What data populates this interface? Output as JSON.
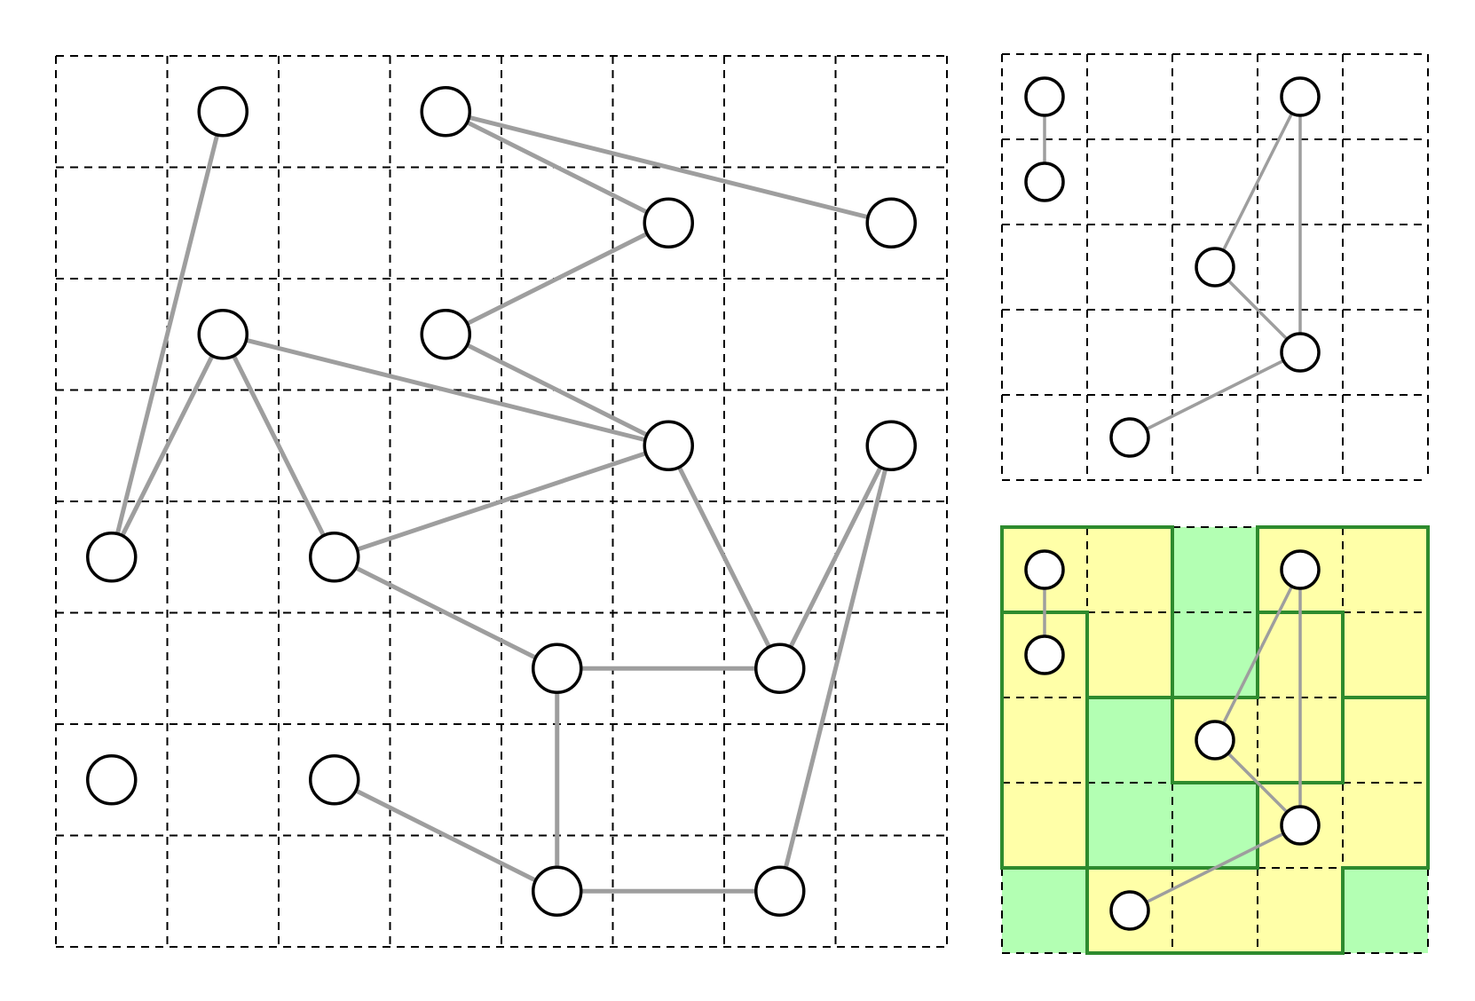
{
  "colors": {
    "edge": "#9e9e9e",
    "node_fill": "#ffffff",
    "node_stroke": "#000000",
    "grid": "#000000",
    "region_yellow": "#ffffa8",
    "region_green": "#b3ffb3",
    "region_border": "#2e8b2e"
  },
  "main_graph": {
    "grid_cols": 8,
    "grid_rows": 8,
    "nodes": [
      {
        "id": "n1",
        "col": 1.5,
        "row": 0.5
      },
      {
        "id": "n2",
        "col": 3.5,
        "row": 0.5
      },
      {
        "id": "n3",
        "col": 5.5,
        "row": 1.5
      },
      {
        "id": "n4",
        "col": 7.5,
        "row": 1.5
      },
      {
        "id": "n5",
        "col": 1.5,
        "row": 2.5
      },
      {
        "id": "n6",
        "col": 3.5,
        "row": 2.5
      },
      {
        "id": "n7",
        "col": 5.5,
        "row": 3.5
      },
      {
        "id": "n8",
        "col": 7.5,
        "row": 3.5
      },
      {
        "id": "n9",
        "col": 0.5,
        "row": 4.5
      },
      {
        "id": "n10",
        "col": 2.5,
        "row": 4.5
      },
      {
        "id": "n11",
        "col": 4.5,
        "row": 5.5
      },
      {
        "id": "n12",
        "col": 6.5,
        "row": 5.5
      },
      {
        "id": "n13",
        "col": 0.5,
        "row": 6.5
      },
      {
        "id": "n14",
        "col": 2.5,
        "row": 6.5
      },
      {
        "id": "n15",
        "col": 4.5,
        "row": 7.5
      },
      {
        "id": "n16",
        "col": 6.5,
        "row": 7.5
      }
    ],
    "edges": [
      [
        "n1",
        "n9"
      ],
      [
        "n2",
        "n3"
      ],
      [
        "n2",
        "n4"
      ],
      [
        "n3",
        "n6"
      ],
      [
        "n5",
        "n9"
      ],
      [
        "n5",
        "n10"
      ],
      [
        "n5",
        "n7"
      ],
      [
        "n6",
        "n7"
      ],
      [
        "n7",
        "n10"
      ],
      [
        "n7",
        "n12"
      ],
      [
        "n8",
        "n12"
      ],
      [
        "n8",
        "n16"
      ],
      [
        "n10",
        "n11"
      ],
      [
        "n11",
        "n12"
      ],
      [
        "n11",
        "n15"
      ],
      [
        "n14",
        "n15"
      ],
      [
        "n15",
        "n16"
      ]
    ]
  },
  "small_graph": {
    "grid_cols": 5,
    "grid_rows": 5,
    "nodes": [
      {
        "id": "s1",
        "col": 0.5,
        "row": 0.5
      },
      {
        "id": "s2",
        "col": 0.5,
        "row": 1.5
      },
      {
        "id": "s3",
        "col": 3.5,
        "row": 0.5
      },
      {
        "id": "s4",
        "col": 2.5,
        "row": 2.5
      },
      {
        "id": "s5",
        "col": 3.5,
        "row": 3.5
      },
      {
        "id": "s6",
        "col": 1.5,
        "row": 4.5
      }
    ],
    "edges": [
      [
        "s1",
        "s2"
      ],
      [
        "s3",
        "s4"
      ],
      [
        "s3",
        "s5"
      ],
      [
        "s4",
        "s5"
      ],
      [
        "s5",
        "s6"
      ]
    ]
  },
  "region_map": {
    "cell_colors": [
      [
        "yellow",
        "yellow",
        "green",
        "yellow",
        "yellow"
      ],
      [
        "yellow",
        "yellow",
        "green",
        "yellow",
        "yellow"
      ],
      [
        "yellow",
        "green",
        "yellow",
        "yellow",
        "yellow"
      ],
      [
        "yellow",
        "green",
        "green",
        "yellow",
        "yellow"
      ],
      [
        "green",
        "yellow",
        "yellow",
        "yellow",
        "green"
      ]
    ],
    "region_outlines": [
      [
        [
          0,
          0
        ],
        [
          2,
          0
        ],
        [
          2,
          3
        ],
        [
          3,
          3
        ],
        [
          3,
          1
        ],
        [
          4,
          1
        ],
        [
          4,
          3
        ],
        [
          5,
          3
        ],
        [
          5,
          2
        ],
        [
          4,
          2
        ],
        [
          4,
          1
        ],
        [
          3,
          1
        ],
        [
          3,
          0
        ],
        [
          5,
          0
        ],
        [
          5,
          4
        ],
        [
          1,
          4
        ],
        [
          1,
          5
        ],
        [
          4,
          5
        ],
        [
          4,
          4
        ]
      ],
      [
        [
          0,
          1
        ],
        [
          1,
          1
        ],
        [
          1,
          4
        ],
        [
          0,
          4
        ],
        [
          0,
          1
        ]
      ],
      [
        [
          1,
          2
        ],
        [
          2,
          2
        ],
        [
          2,
          3
        ],
        [
          1,
          3
        ]
      ],
      [
        [
          3,
          1
        ],
        [
          3,
          2
        ],
        [
          4,
          2
        ]
      ]
    ]
  }
}
